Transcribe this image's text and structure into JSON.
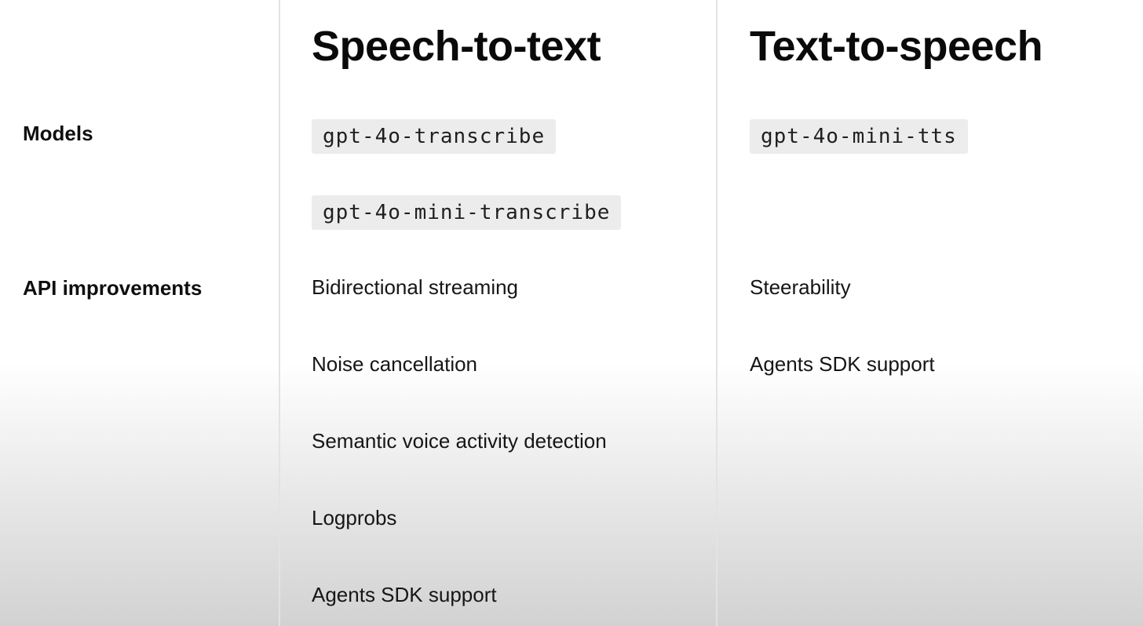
{
  "theme": {
    "background_top": "#ffffff",
    "background_bottom": "#d2d2d2",
    "divider": "#e3e3e3",
    "text": "#141414",
    "chip_background": "#ececec"
  },
  "row_labels": {
    "models": "Models",
    "api_improvements": "API improvements"
  },
  "columns": [
    {
      "id": "speech-to-text",
      "heading": "Speech-to-text",
      "models": [
        "gpt-4o-transcribe",
        "gpt-4o-mini-transcribe"
      ],
      "api_improvements": [
        "Bidirectional streaming",
        "Noise cancellation",
        "Semantic voice activity detection",
        "Logprobs",
        "Agents SDK support"
      ]
    },
    {
      "id": "text-to-speech",
      "heading": "Text-to-speech",
      "models": [
        "gpt-4o-mini-tts"
      ],
      "api_improvements": [
        "Steerability",
        "Agents SDK support"
      ]
    }
  ]
}
